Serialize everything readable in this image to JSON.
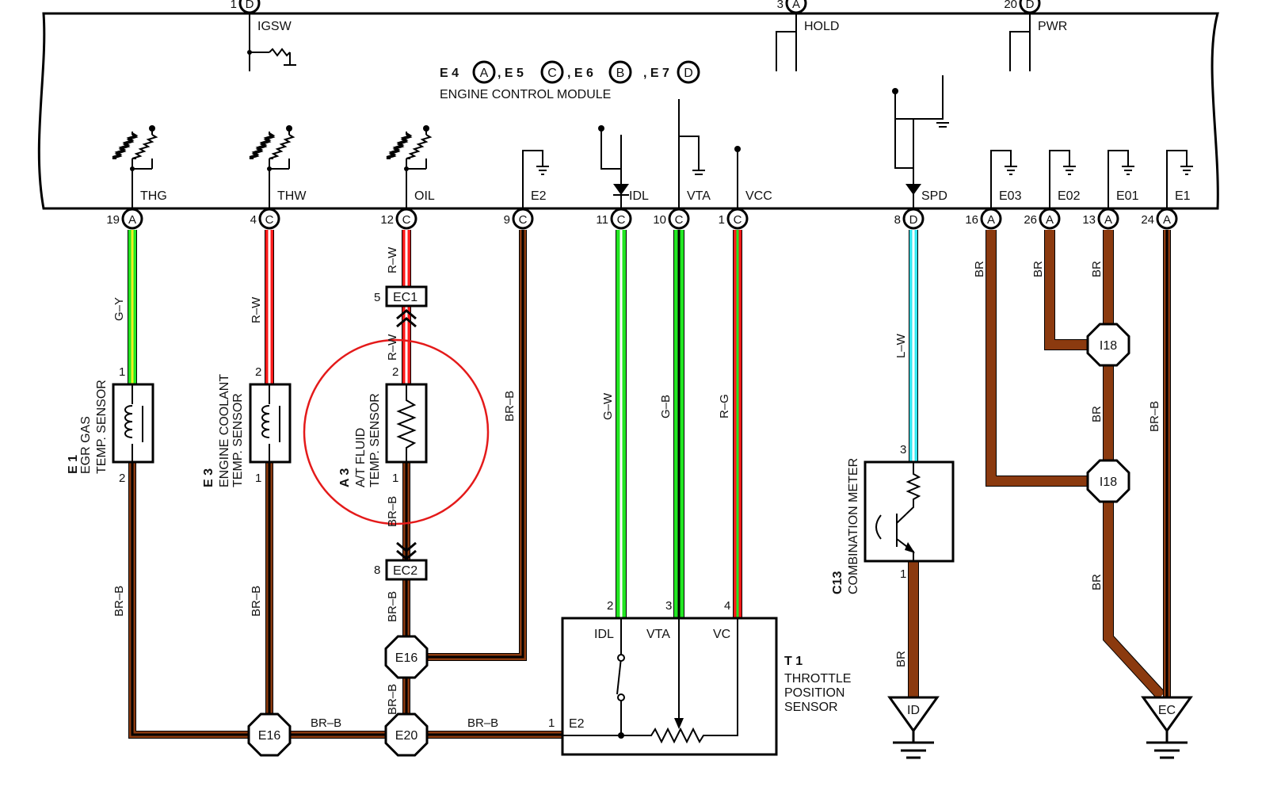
{
  "ecm": {
    "title": "ENGINE CONTROL MODULE",
    "connectors": [
      {
        "name": "E 4",
        "letter": "A"
      },
      {
        "name": ", E 5",
        "letter": "C"
      },
      {
        "name": ", E 6",
        "letter": "B"
      },
      {
        "name": ", E 7",
        "letter": "D"
      }
    ],
    "top_pins": [
      {
        "num": "1",
        "letter": "D",
        "label": "IGSW"
      },
      {
        "num": "3",
        "letter": "A",
        "label": "HOLD"
      },
      {
        "num": "20",
        "letter": "D",
        "label": "PWR"
      }
    ],
    "bottom_pins": [
      {
        "num": "19",
        "letter": "A",
        "label": "THG"
      },
      {
        "num": "4",
        "letter": "C",
        "label": "THW"
      },
      {
        "num": "12",
        "letter": "C",
        "label": "OIL"
      },
      {
        "num": "9",
        "letter": "C",
        "label": "E2"
      },
      {
        "num": "11",
        "letter": "C",
        "label": "IDL"
      },
      {
        "num": "10",
        "letter": "C",
        "label": "VTA"
      },
      {
        "num": "1",
        "letter": "C",
        "label": "VCC"
      },
      {
        "num": "8",
        "letter": "D",
        "label": "SPD"
      },
      {
        "num": "16",
        "letter": "A",
        "label": "E03"
      },
      {
        "num": "26",
        "letter": "A",
        "label": "E02"
      },
      {
        "num": "13",
        "letter": "A",
        "label": "E01"
      },
      {
        "num": "24",
        "letter": "A",
        "label": "E1"
      }
    ]
  },
  "wires": {
    "thg": "G–Y",
    "thw": "R–W",
    "oil_top": "R–W",
    "oil_mid": "R–W",
    "oil_a3_bottom": "BR–B",
    "oil_ec2_bottom": "BR–B",
    "oil_e20": "BR–B",
    "e2": "BR–B",
    "thg_bottom": "BR–B",
    "thw_bottom": "BR–B",
    "horiz_left": "BR–B",
    "horiz_right": "BR–B",
    "idl": "G–W",
    "vta": "G–B",
    "vcc": "R–G",
    "spd": "L–W",
    "meter_gnd": "BR",
    "e03": "BR",
    "e02": "BR",
    "e01": "BR",
    "e01_mid": "BR",
    "e01_low": "BR",
    "e1": "BR–B"
  },
  "components": {
    "e1": {
      "id": "E 1",
      "line1": "EGR GAS",
      "line2": "TEMP.  SENSOR",
      "pin_top": "1",
      "pin_bottom": "2"
    },
    "e3": {
      "id": "E 3",
      "line1": "ENGINE COOLANT",
      "line2": "TEMP.  SENSOR",
      "pin_top": "2",
      "pin_bottom": "1"
    },
    "a3": {
      "id": "A 3",
      "line1": "A/T FLUID",
      "line2": "TEMP.  SENSOR",
      "pin_top": "2",
      "pin_bottom": "1"
    },
    "ec1": {
      "label": "EC1",
      "pin": "5"
    },
    "ec2": {
      "label": "EC2",
      "pin": "8"
    },
    "t1": {
      "id": "T 1",
      "line1": "THROTTLE",
      "line2": "POSITION",
      "line3": "SENSOR",
      "idl": "IDL",
      "vta": "VTA",
      "vc": "VC",
      "e2": "E2",
      "pin_idl": "2",
      "pin_vta": "3",
      "pin_vc": "4",
      "pin_e2": "1"
    },
    "c13": {
      "id": "C13",
      "line1": "COMBINATION METER",
      "pin_top": "3",
      "pin_bottom": "1"
    }
  },
  "splices": {
    "e16_upper": "E16",
    "e20": "E20",
    "e16_lower": "E16",
    "i18_upper": "I18",
    "i18_lower": "I18"
  },
  "grounds": {
    "id": "ID",
    "ec": "EC"
  },
  "colors": {
    "brown": "#8b3a0f",
    "red": "#ff1a1a",
    "green": "#22e622",
    "yellow": "#f0f020",
    "cyan": "#33e6f0",
    "highlight": "#e41a1a"
  }
}
